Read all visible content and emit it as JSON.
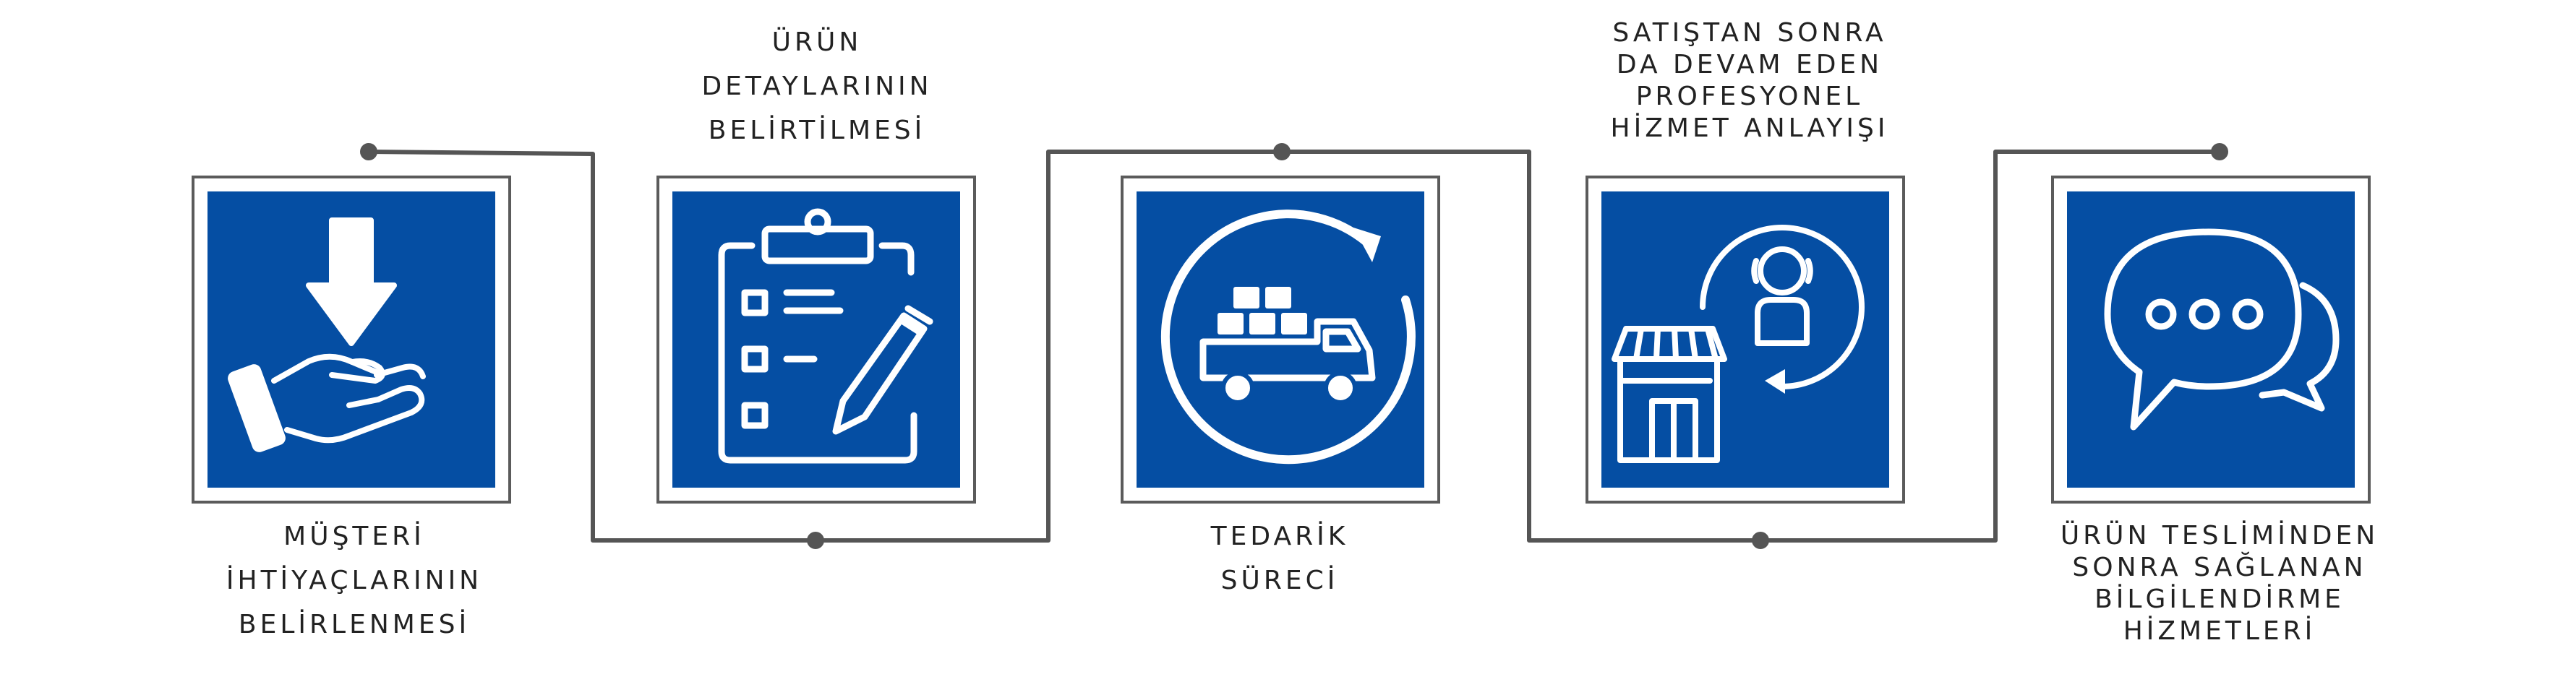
{
  "colors": {
    "panel": "#054ea3",
    "connector": "#555555",
    "text": "#222222",
    "icon": "#ffffff"
  },
  "steps": [
    {
      "icon": "hand-receiving-arrow-icon",
      "label_lines": [
        "MÜŞTERİ",
        "İHTİYAÇLARININ",
        "BELİRLENMESİ"
      ]
    },
    {
      "icon": "clipboard-checklist-icon",
      "label_lines": [
        "ÜRÜN",
        "DETAYLARININ",
        "BELİRTİLMESİ"
      ]
    },
    {
      "icon": "delivery-truck-cycle-icon",
      "label_lines": [
        "TEDARİK",
        "SÜRECİ"
      ]
    },
    {
      "icon": "store-support-agent-icon",
      "label_lines": [
        "SATIŞTAN SONRA",
        "DA DEVAM EDEN",
        "PROFESYONEL",
        "HİZMET ANLAYIŞI"
      ]
    },
    {
      "icon": "chat-bubbles-icon",
      "label_lines": [
        "ÜRÜN TESLİMİNDEN",
        "SONRA SAĞLANAN",
        "BİLGİLENDİRME",
        "HİZMETLERİ"
      ]
    }
  ]
}
